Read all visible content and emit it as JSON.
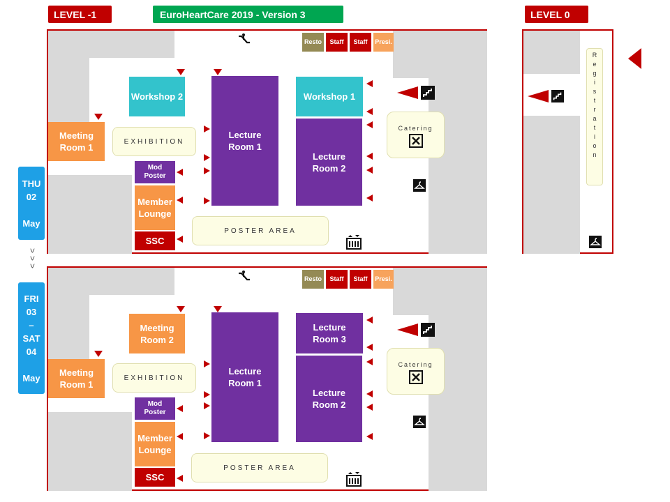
{
  "header": {
    "level_minus1": "LEVEL -1",
    "event_title": "EuroHeartCare 2019 - Version 3",
    "level_0": "LEVEL 0"
  },
  "days": {
    "first": {
      "l1": "THU",
      "l2": "02",
      "l3": "May"
    },
    "second": {
      "l1": "FRI",
      "l2": "03",
      "l3": "–",
      "l4": "SAT",
      "l5": "04",
      "l6": "May"
    },
    "separator": ">"
  },
  "plan_top": {
    "resto": "Resto",
    "staff1": "Staff",
    "staff2": "Staff",
    "presi": "Presi.",
    "workshop2": "Workshop 2",
    "workshop1": "Workshop 1",
    "lecture1_a": "Lecture",
    "lecture1_b": "Room 1",
    "lecture2_a": "Lecture",
    "lecture2_b": "Room 2",
    "meeting1_a": "Meeting",
    "meeting1_b": "Room 1",
    "exhibition": "EXHIBITION",
    "mod_a": "Mod",
    "mod_b": "Poster",
    "member_a": "Member",
    "member_b": "Lounge",
    "ssc": "SSC",
    "poster_area": "POSTER AREA",
    "catering": "Catering"
  },
  "plan_bottom": {
    "resto": "Resto",
    "staff1": "Staff",
    "staff2": "Staff",
    "presi": "Presi.",
    "meeting2_a": "Meeting",
    "meeting2_b": "Room 2",
    "lecture3_a": "Lecture",
    "lecture3_b": "Room 3",
    "lecture1_a": "Lecture",
    "lecture1_b": "Room 1",
    "lecture2_a": "Lecture",
    "lecture2_b": "Room 2",
    "meeting1_a": "Meeting",
    "meeting1_b": "Room 1",
    "exhibition": "EXHIBITION",
    "mod_a": "Mod",
    "mod_b": "Poster",
    "member_a": "Member",
    "member_b": "Lounge",
    "ssc": "SSC",
    "poster_area": "POSTER AREA",
    "catering": "Catering"
  },
  "level0": {
    "registration": "Registration"
  },
  "icons": {
    "escalator": "escalator-icon",
    "stairs": "stairs-icon",
    "catering": "fork-knife-icon",
    "cloakroom": "hanger-icon",
    "elevator": "elevator-icon"
  },
  "colors": {
    "level_red": "#c00000",
    "title_green": "#00a651",
    "lecture_purple": "#7030a0",
    "workshop_teal": "#33c3cc",
    "meeting_orange": "#f79646",
    "day_blue": "#1ea0e6",
    "resto_olive": "#948a54"
  }
}
